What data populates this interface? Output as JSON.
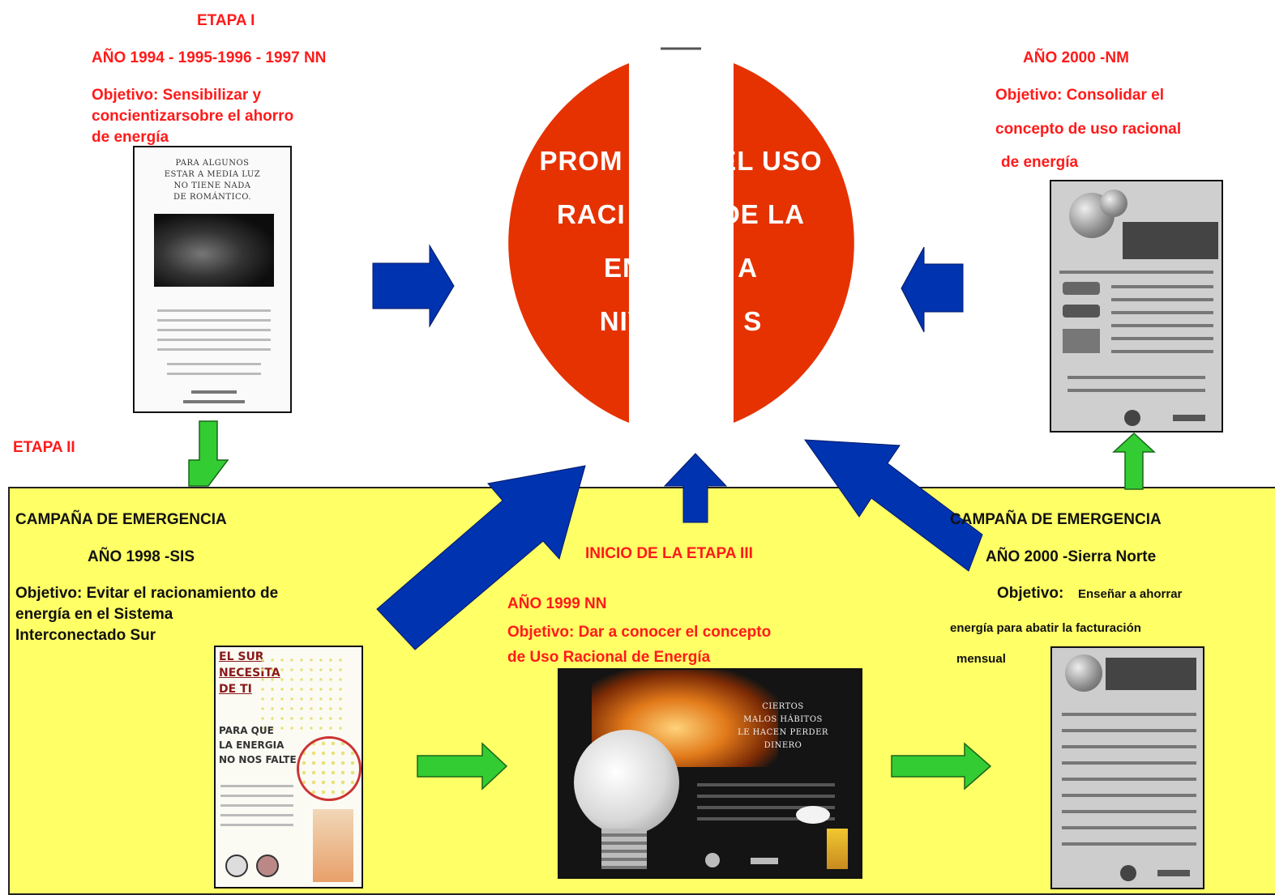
{
  "etapa1": {
    "title": "ETAPA I",
    "years": "AÑO 1994 - 1995-1996 - 1997  NN",
    "objective_lines": [
      "Objetivo: Sensibilizar y",
      "concientizarsobre el ahorro",
      "de energía"
    ],
    "poster_lines": [
      "PARA ALGUNOS",
      "ESTAR A MEDIA LUZ",
      "NO TIENE NADA",
      "DE ROMÁNTICO."
    ]
  },
  "etapa2": {
    "title": "ETAPA II"
  },
  "center": {
    "lines": [
      "PROM OVER  EL USO",
      "RACI ONAL   DE LA",
      "ENERGIA     A",
      "NIVEL PAI S"
    ]
  },
  "top_right": {
    "years": "AÑO 2000 -NM",
    "objective_lines": [
      "Objetivo: Consolidar el",
      "concepto de uso racional",
      "de energía"
    ]
  },
  "campaign_left": {
    "title": "CAMPAÑA DE EMERGENCIA",
    "year": "AÑO 1998  -SIS",
    "objective_lines": [
      "Objetivo: Evitar el racionamiento de",
      "energía en el Sistema",
      "Interconectado Sur"
    ],
    "poster_lines": [
      "EL SUR",
      "NECESITA",
      "DE TI",
      "PARA QUE",
      "LA ENERGIA",
      "NO NOS FALTE"
    ]
  },
  "center_bottom": {
    "title": "INICIO DE LA ETAPA III",
    "year": "AÑO 1999   NN",
    "objective_lines": [
      "Objetivo: Dar a conocer el concepto",
      "de Uso Racional de Energía"
    ],
    "poster_lines": [
      "CIERTOS",
      "MALOS HÁBITOS",
      "LE HACEN PERDER",
      "DINERO"
    ]
  },
  "campaign_right": {
    "title": "CAMPAÑA DE EMERGENCIA",
    "year": "AÑO 2000  -Sierra Norte",
    "objective_label": "Objetivo:",
    "objective_rest": "Enseñar a ahorrar",
    "objective_lines": [
      "energía para abatir la facturación",
      "mensual"
    ]
  },
  "colors": {
    "red_text": "#ff1a1a",
    "circle_red": "#e63200",
    "yellow_panel": "#ffff66",
    "blue_arrow": "#0033b0",
    "green_arrow": "#33cc33"
  }
}
